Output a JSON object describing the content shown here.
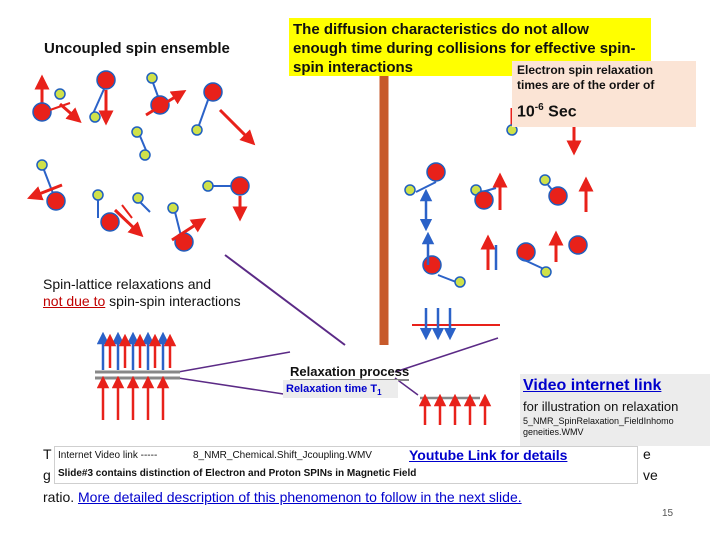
{
  "slide": {
    "title_left": "Uncoupled spin ensemble",
    "yellow_note": "The diffusion characteristics do not allow enough time during collisions for effective spin-spin interactions",
    "electron_note": {
      "line1": "Electron spin relaxation",
      "line2": "times are of the order of",
      "value": "10",
      "exponent": "-6",
      "unit": " Sec"
    },
    "spin_lattice": {
      "line1": "Spin-lattice relaxations and",
      "emph": "not due to",
      "rest": " spin-spin interactions"
    },
    "relaxation_process": "Relaxation process",
    "relaxation_time": {
      "label": "Relaxation time T",
      "subscript": "1"
    },
    "video_link": {
      "title": "Video internet link",
      "desc": "for illustration on relaxation",
      "file": "5_NMR_SpinRelaxation_FieldInhomo geneities.WMV"
    },
    "tooltip": {
      "prefix": "Internet Video link -----",
      "file": "8_NMR_Chemical.Shift_Jcoupling.WMV",
      "youtube": "Youtube Link for details",
      "slide_note": "Slide#3 contains distinction of Electron and Proton SPINs in Magnetic Field"
    },
    "bottom": {
      "line1_start": "T",
      "line1_end": "e",
      "line2_start": "g",
      "line2_end": "ve",
      "line3_start": "ratio. ",
      "line3_link": "More detailed description of this phenomenon to follow in the next slide."
    },
    "page_number": "15"
  },
  "colors": {
    "electron": "#e8211a",
    "proton": "#cfe14a",
    "field_arrow": "#c75a2b",
    "connector": "#5b2a86",
    "blue_arrow": "#2b62c8",
    "link": "#0000cc"
  }
}
